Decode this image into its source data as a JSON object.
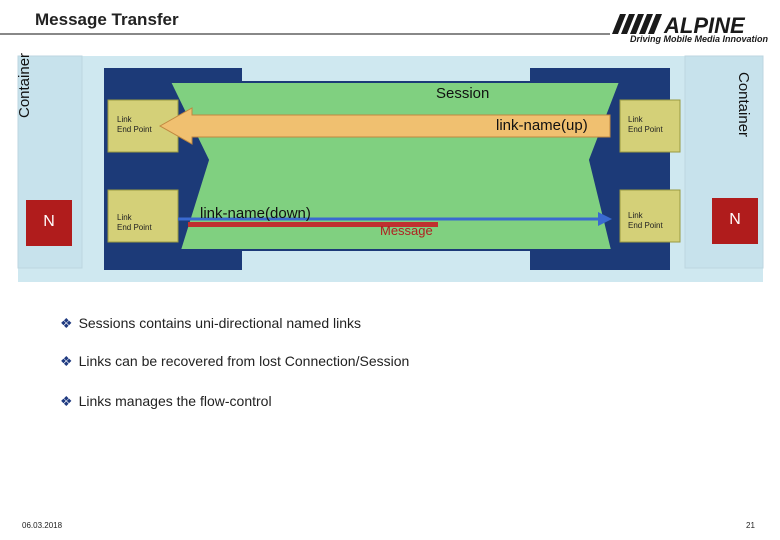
{
  "title": "Message Transfer",
  "logo": {
    "name": "ALPINE",
    "tagline": "Driving Mobile Media Innovation"
  },
  "diagram": {
    "container_left": "Container",
    "container_right": "Container",
    "session": "Session",
    "link_up": "link-name(up)",
    "link_down": "link-name(down)",
    "message": "Message",
    "endpoint_line1": "Link",
    "endpoint_line2": "End Point",
    "node": "N"
  },
  "bullets": [
    "Sessions contains uni-directional named links",
    "Links can be recovered from lost Connection/Session",
    "Links manages the flow-control"
  ],
  "footer": {
    "date": "06.03.2018",
    "page": "21"
  },
  "colors": {
    "background_panel": "#cfe8f0",
    "blue_dark": "#1c3a78",
    "session_green": "#80d080",
    "node_red": "#b01c1c",
    "link_arrow": "#f0c070"
  }
}
